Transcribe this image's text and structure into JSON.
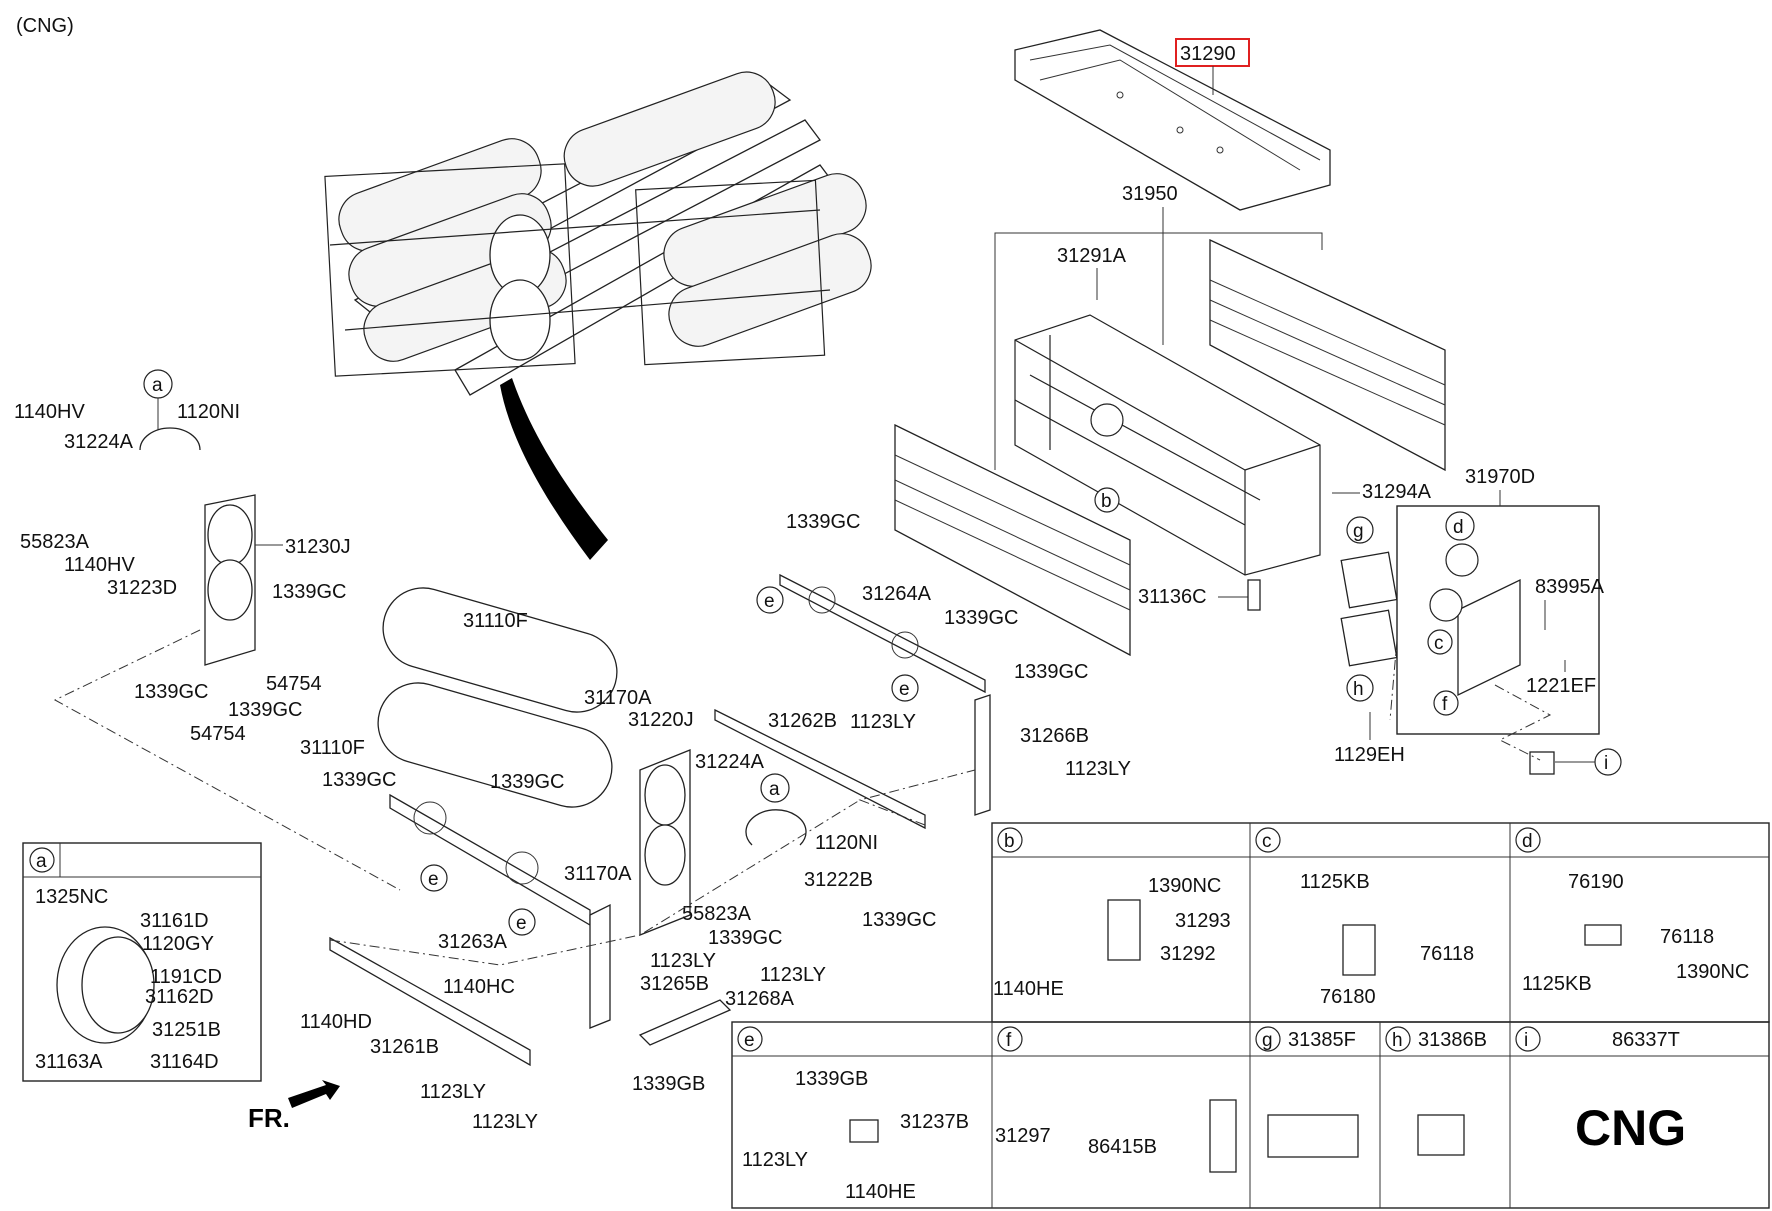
{
  "header": {
    "variant": "(CNG)"
  },
  "front_marker": "FR.",
  "top_labels": {
    "cover": "31290",
    "cover_assy": "31950",
    "bracket_a": "31291A",
    "bracket_b": "31294A",
    "frame_bolt": "31136C",
    "rear_assy": "31970D",
    "lock": "83995A",
    "screw": "1221EF",
    "bolt": "1129EH"
  },
  "left_labels": {
    "l1140HV_a": "1140HV",
    "l1120NI_a": "1120NI",
    "l31224A_a": "31224A",
    "l55823A_a": "55823A",
    "l1140HV_b": "1140HV",
    "l31223D": "31223D",
    "l31230J": "31230J",
    "l1339GC_a": "1339GC",
    "l1339GC_b": "1339GC",
    "l54754_a": "54754",
    "l1339GC_c": "1339GC",
    "l54754_b": "54754"
  },
  "mid_labels": {
    "l31110F_a": "31110F",
    "l31110F_b": "31110F",
    "l31170A_a": "31170A",
    "l31170A_b": "31170A",
    "l1339GC_d": "1339GC",
    "l1339GC_e": "1339GC",
    "l31263A": "31263A",
    "l31220J": "31220J",
    "l31224A_b": "31224A",
    "l1120NI_b": "1120NI",
    "l31222B": "31222B",
    "l55823A_b": "55823A",
    "l1339GC_f": "1339GC",
    "l1123LY_a": "1123LY",
    "l1123LY_b": "1123LY",
    "l31265B": "31265B",
    "l1140HC": "1140HC",
    "l31268A": "31268A",
    "l1140HD": "1140HD",
    "l31261B": "31261B",
    "l1123LY_c": "1123LY",
    "l1123LY_d": "1123LY",
    "l1339GB_a": "1339GB",
    "l1339GC_g": "1339GC",
    "l31264A": "31264A",
    "l1339GC_h": "1339GC",
    "l1339GC_i": "1339GC",
    "l31262B": "31262B",
    "l1123LY_e": "1123LY",
    "l31266B": "31266B",
    "l1123LY_f": "1123LY",
    "l1339GC_j": "1339GC"
  },
  "callout_letters": {
    "a": "a",
    "b": "b",
    "c": "c",
    "d": "d",
    "e": "e",
    "f": "f",
    "g": "g",
    "h": "h",
    "i": "i"
  },
  "detail_a": {
    "letter": "a",
    "labels": [
      "1325NC",
      "31161D",
      "1120GY",
      "1191CD",
      "31162D",
      "31251B",
      "31163A",
      "31164D"
    ]
  },
  "panel_b": {
    "letter": "b",
    "labels": [
      "1390NC",
      "31293",
      "31292",
      "1140HE"
    ]
  },
  "panel_c": {
    "letter": "c",
    "labels": [
      "1125KB",
      "76118",
      "76180"
    ]
  },
  "panel_d": {
    "letter": "d",
    "labels": [
      "76190",
      "76118",
      "1125KB",
      "1390NC"
    ]
  },
  "panel_e": {
    "letter": "e",
    "labels": [
      "1339GB",
      "31237B",
      "1123LY",
      "1140HE"
    ]
  },
  "panel_f": {
    "letter": "f",
    "labels": [
      "31297",
      "86415B"
    ]
  },
  "panel_g": {
    "letter": "g",
    "part": "31385F"
  },
  "panel_h": {
    "letter": "h",
    "part": "31386B"
  },
  "panel_i": {
    "letter": "i",
    "part": "86337T",
    "decal_text": "CNG"
  },
  "colors": {
    "highlight": "#e02020",
    "line": "#222222"
  }
}
